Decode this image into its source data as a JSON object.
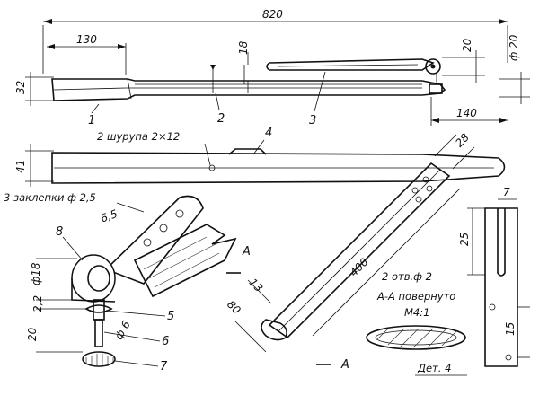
{
  "dimensions": {
    "total_length": "820",
    "handle_length": "130",
    "width_32": "32",
    "slot_18": "18",
    "right_20": "20",
    "dia_20": "ф 20",
    "right_140": "140",
    "side_41": "41",
    "strip_28": "28",
    "strip_400": "400",
    "strip_13": "13",
    "strip_80": "80",
    "det_7": "7",
    "det_25": "25",
    "det_15": "15",
    "detail_65": "6,5",
    "detail_18": "ф18",
    "detail_22": "2,2",
    "detail_20": "20",
    "detail_6": "ф 6"
  },
  "part_numbers": {
    "p1": "1",
    "p2": "2",
    "p3": "3",
    "p4": "4",
    "p5": "5",
    "p6": "6",
    "p7": "7",
    "p8": "8"
  },
  "notes": {
    "screws": "2 шурупа 2×12",
    "rivets": "3 заклепки ф 2,5",
    "holes": "2 отв.ф 2",
    "section": "А-А повернуто",
    "scale": "М4:1",
    "detail_label": "Дет. 4",
    "section_mark_top": "А",
    "section_mark_bottom": "А"
  }
}
